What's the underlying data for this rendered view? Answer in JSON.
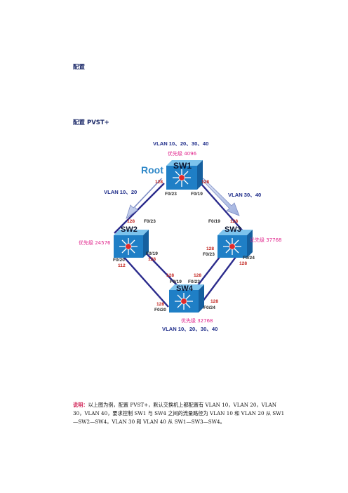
{
  "headings": {
    "config": "配置",
    "config_pvst": "配置 PVST+"
  },
  "diagram": {
    "root_label": "Root",
    "vlans_top": "VLAN 10、20、30、40",
    "vlans_bottom": "VLAN 10、20、30、40",
    "vlans_left": "VLAN 10、20",
    "vlans_right": "VLAN 30、40",
    "switches": {
      "sw1": {
        "name": "SW1",
        "priority": "优先级 4096"
      },
      "sw2": {
        "name": "SW2",
        "priority": "优先级 24576"
      },
      "sw3": {
        "name": "SW3",
        "priority": "优先级 37768"
      },
      "sw4": {
        "name": "SW4",
        "priority": "优先级 32768"
      }
    },
    "ports": {
      "sw1_f023": "F0/23",
      "sw1_f019": "F0/19",
      "sw1_cost_left": "128",
      "sw1_cost_right": "128",
      "sw2_f023": "F0/23",
      "sw2_cost_top": "128",
      "sw2_f019": "F0/19",
      "sw2_cost_f019": "128",
      "sw2_f020": "F0/20",
      "sw2_cost_f020": "112",
      "sw3_f019": "F0/19",
      "sw3_cost_top": "128",
      "sw3_f023": "F0/23",
      "sw3_cost_f023": "128",
      "sw3_f024": "F0/24",
      "sw3_cost_f024": "128",
      "sw4_f019": "F0/19",
      "sw4_cost_f019": "128",
      "sw4_f023": "F0/23",
      "sw4_cost_f023": "128",
      "sw4_f020": "F0/20",
      "sw4_cost_f020": "128",
      "sw4_f024": "F0/24",
      "sw4_cost_f024": "128"
    }
  },
  "description": {
    "lead": "说明：",
    "text": "以上图为例，配置 PVST+，默认交换机上都配置有 VLAN 10，VLAN 20，VLAN 30，VLAN 40，要求控制 SW1 与 SW4 之间的流量路径为 VLAN 10 和 VLAN 20 从 SW1—SW2—SW4，VLAN 30 和 VLAN 40 从 SW1—SW3—SW4。"
  },
  "colors": {
    "link": "#2b2b8c",
    "arrow": "#b7c2e6",
    "switch_top": "#4aa9df",
    "switch_front": "#1f78c0",
    "label_pink": "#e0218a",
    "label_red": "#c2241e",
    "label_blue": "#1f2d8a"
  }
}
